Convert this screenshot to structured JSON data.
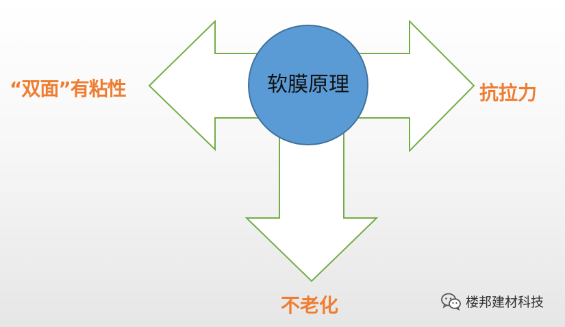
{
  "diagram": {
    "center_label": "软膜原理",
    "left_label": "“双面”有粘性",
    "right_label": "抗拉力",
    "bottom_label": "不老化"
  },
  "watermark": {
    "text": "楼邦建材科技",
    "icon": "wechat-icon"
  },
  "colors": {
    "arrow_fill": "#ffffff",
    "arrow_stroke": "#72ad46",
    "circle_fill": "#5b9bd5",
    "circle_stroke": "#41719c",
    "label_color": "#ef7d31"
  }
}
